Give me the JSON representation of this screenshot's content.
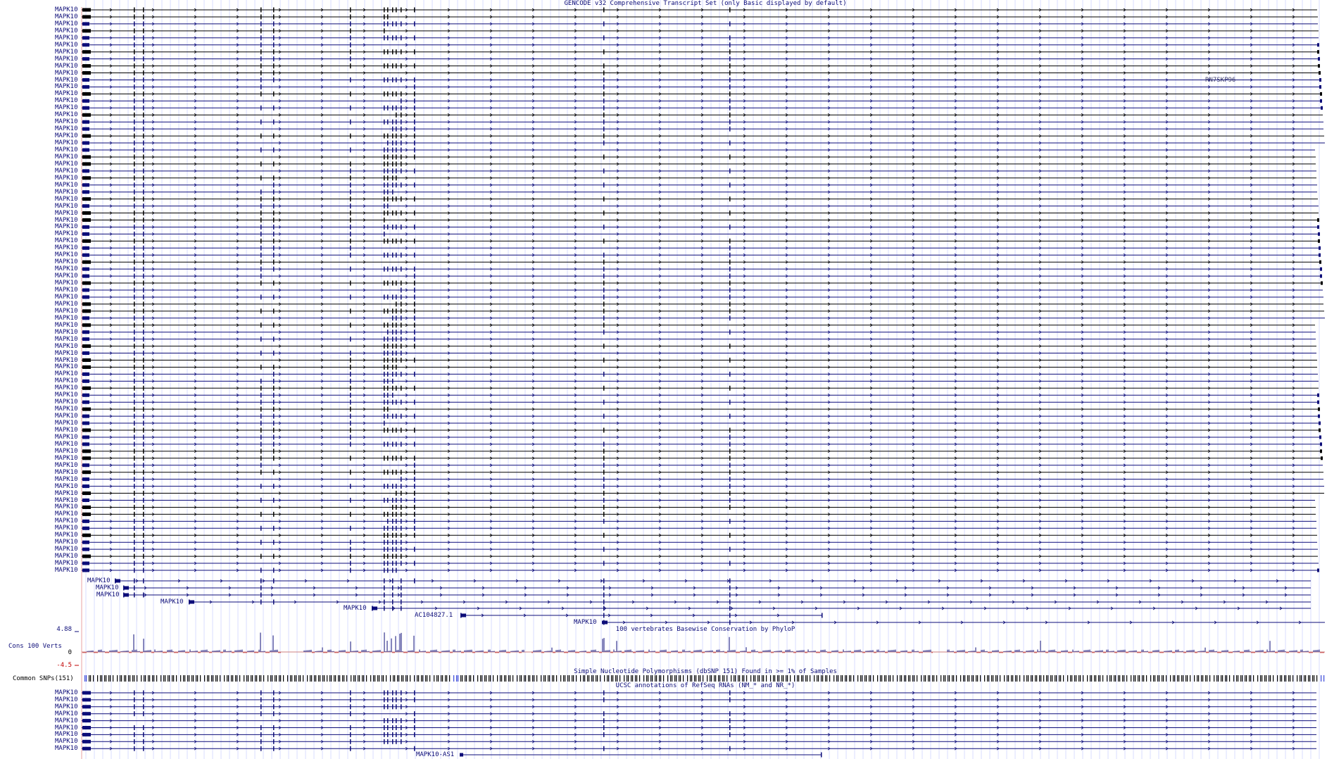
{
  "colors": {
    "navy": "#0c0c78",
    "black": "#000000",
    "grid": "#d8dcff",
    "snp": "#000000",
    "snp_blue": "#3a48d8",
    "cons_pos": "#0c0c78",
    "cons_neg": "#b00000"
  },
  "gencode": {
    "title": "GENCODE v32 Comprehensive Transcript Set (only Basic displayed by default)",
    "gene_label": "MAPK10",
    "extra_label": "RN7SKP96",
    "row_count": 81,
    "extra_rows": [
      {
        "label": "MAPK10"
      },
      {
        "label": "MAPK10"
      },
      {
        "label": "MAPK10"
      },
      {
        "label": "MAPK10"
      },
      {
        "label": "MAPK10"
      },
      {
        "label": "AC104827.1"
      },
      {
        "label": "MAPK10"
      }
    ]
  },
  "conservation": {
    "title": "100 vertebrates Basewise Conservation by PhyloP",
    "track_label": "Cons 100 Verts",
    "y_max": "4.88",
    "y_zero": "0",
    "y_min": "-4.5"
  },
  "snps": {
    "title": "Simple Nucleotide Polymorphisms (dbSNP 151) Found in >= 1% of Samples",
    "track_label": "Common SNPs(151)"
  },
  "refseq": {
    "title": "UCSC annotations of RefSeq RNAs (NM_* and NR_*)",
    "gene_label": "MAPK10",
    "row_count": 9,
    "as_label": "MAPK10-AS1"
  }
}
